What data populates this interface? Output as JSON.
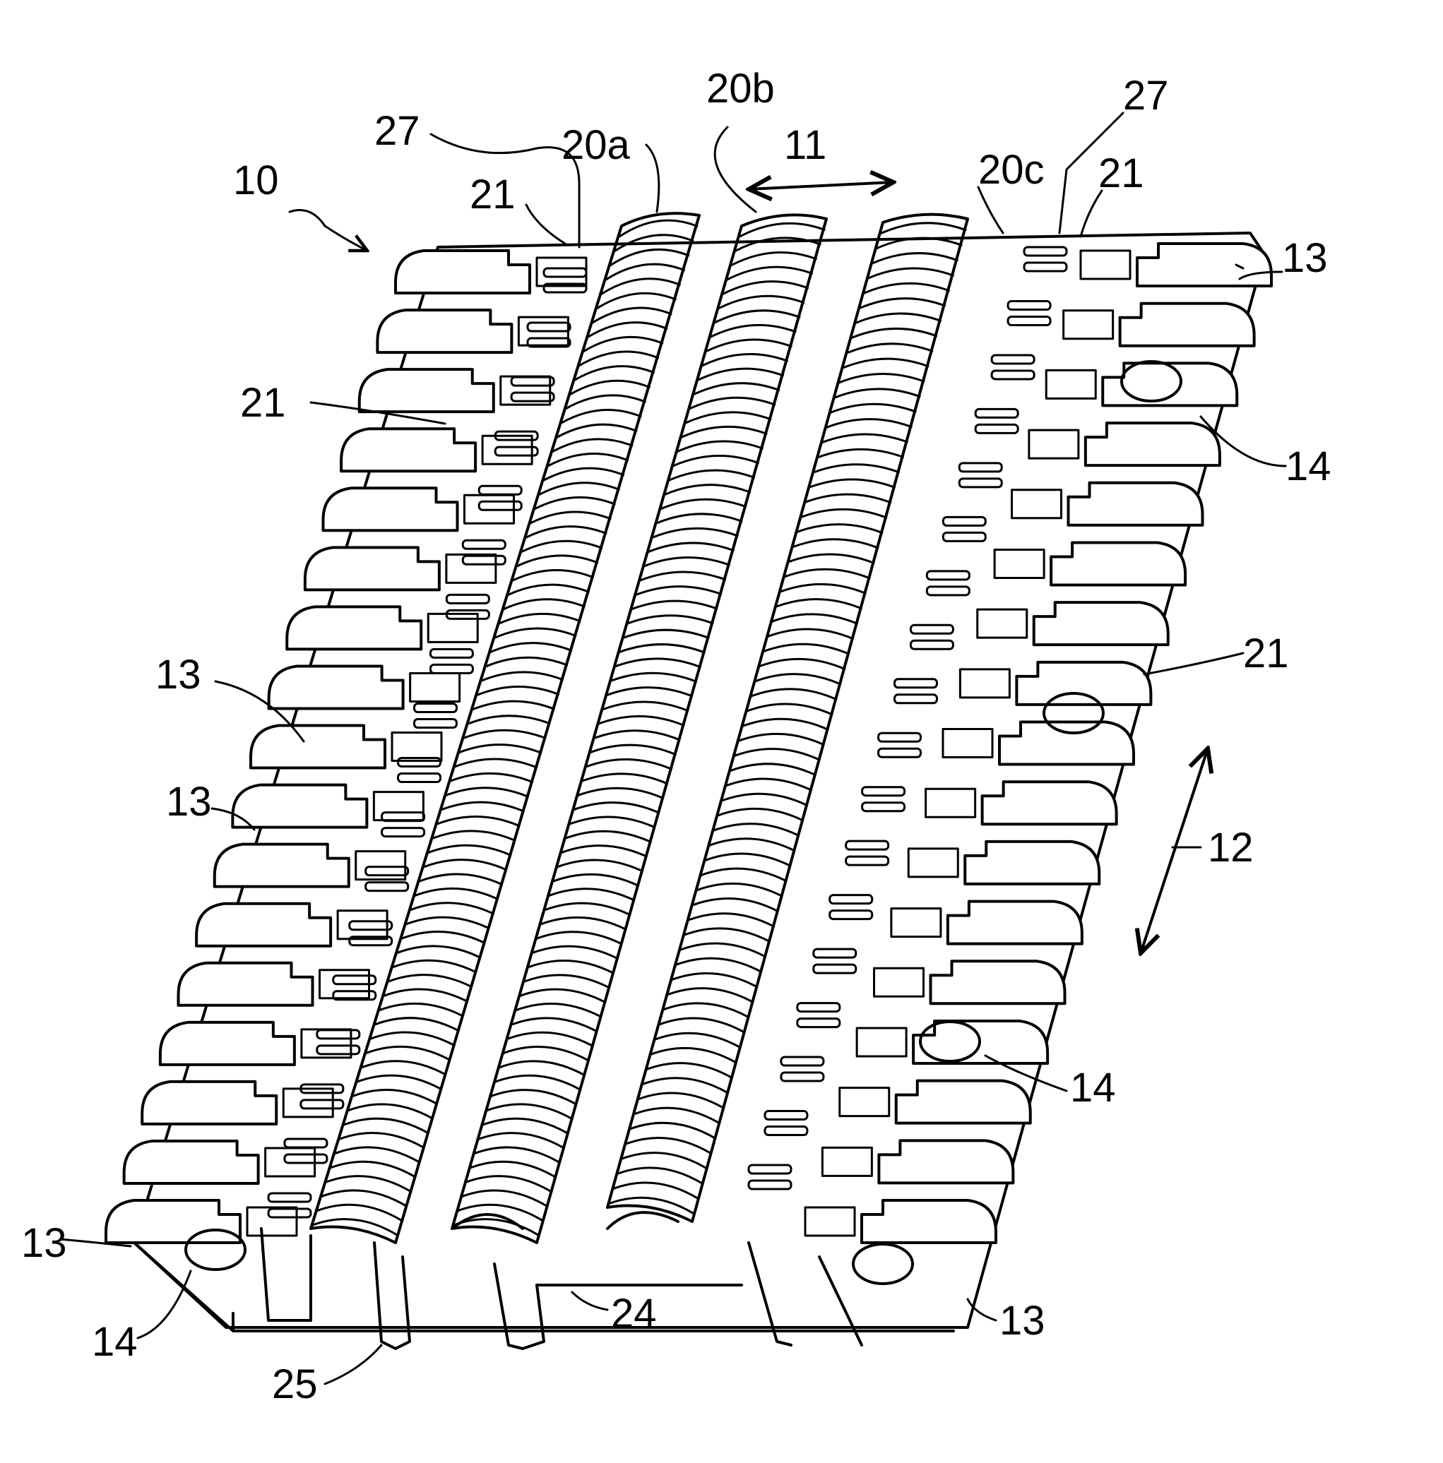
{
  "figure": {
    "labels": {
      "l10": "10",
      "l27_left": "27",
      "l20a": "20a",
      "l20b": "20b",
      "l11": "11",
      "l20c": "20c",
      "l27_right": "27",
      "l21_top_left": "21",
      "l21_top_right": "21",
      "l21_left": "21",
      "l21_right": "21",
      "l13_top_right": "13",
      "l13_left_mid": "13",
      "l13_left_low": "13",
      "l13_bottom_left": "13",
      "l13_bottom_right": "13",
      "l14_top_right": "14",
      "l14_mid_right": "14",
      "l14_bottom_left": "14",
      "l12": "12",
      "l24": "24",
      "l25": "25"
    }
  }
}
